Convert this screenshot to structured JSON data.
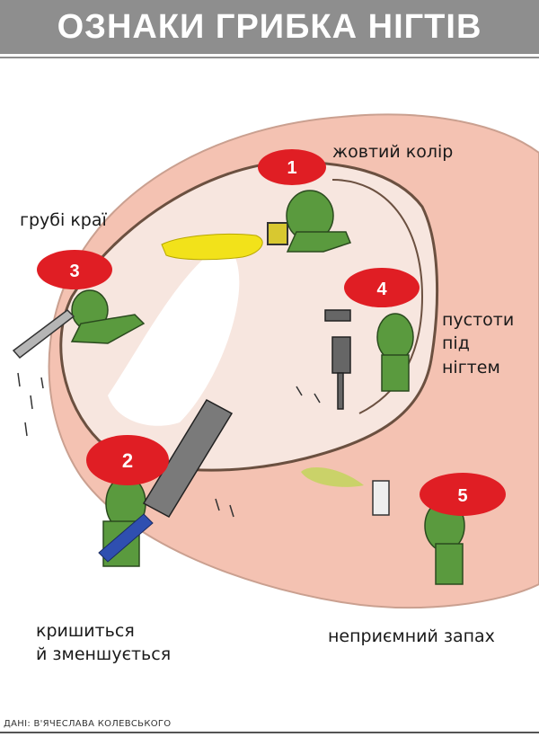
{
  "title": "ОЗНАКИ ГРИБКА НІГТІВ",
  "labels": {
    "yellow": "жовтий колір",
    "rough": "грубі краї",
    "voids_line1": "пустоти",
    "voids_line2": "під",
    "voids_line3": "нігтем",
    "crumbles_line1": "кришиться",
    "crumbles_line2": "й зменшується",
    "smell": "неприємний запах"
  },
  "badges": [
    "1",
    "2",
    "3",
    "4",
    "5"
  ],
  "credit": "ДАНІ: В'ЯЧЕСЛАВА КОЛЕВСЬКОГО",
  "colors": {
    "header": "#8e8e8e",
    "skin": "#f4c2b2",
    "nail": "#f7e6df",
    "badge": "#e01e24",
    "figure": "#5a9a3e",
    "yellow": "#f2e21a"
  }
}
